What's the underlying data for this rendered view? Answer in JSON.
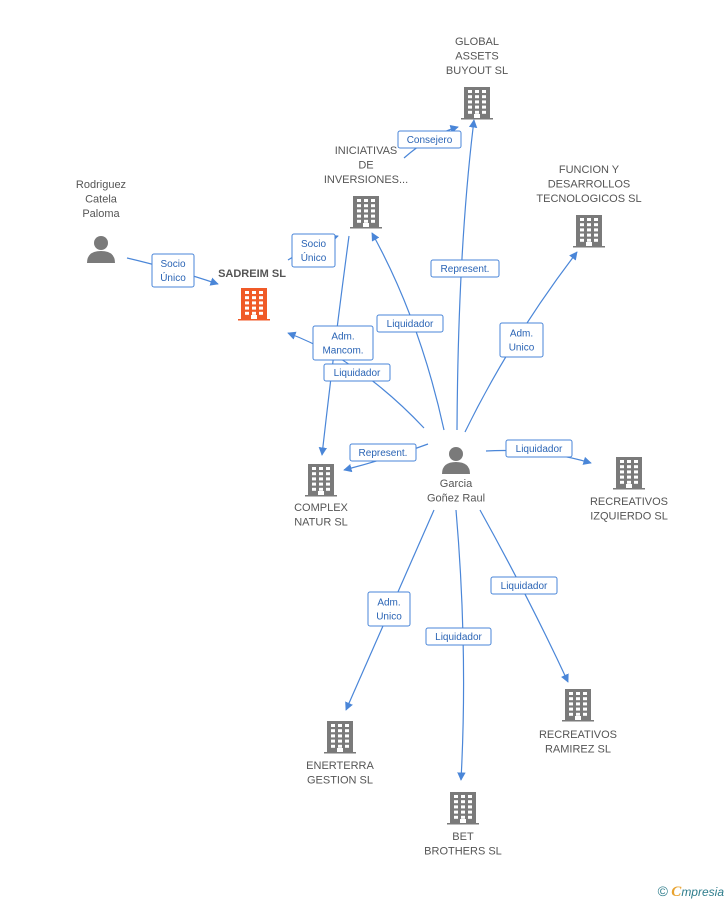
{
  "colors": {
    "edge": "#4a86d8",
    "node": "#7a7a7a",
    "focus": "#f05a28"
  },
  "nodes": [
    {
      "id": "global",
      "kind": "company",
      "lines": [
        "GLOBAL",
        "ASSETS",
        "BUYOUT  SL"
      ]
    },
    {
      "id": "iniciativas",
      "kind": "company",
      "lines": [
        "INICIATIVAS",
        "DE",
        "INVERSIONES..."
      ]
    },
    {
      "id": "funcion",
      "kind": "company",
      "lines": [
        "FUNCION Y",
        "DESARROLLOS",
        "TECNOLOGICOS SL"
      ]
    },
    {
      "id": "rodriguez",
      "kind": "person",
      "lines": [
        "Rodriguez",
        "Catela",
        "Paloma"
      ]
    },
    {
      "id": "sadreim",
      "kind": "company-focus",
      "lines": [
        "SADREIM SL"
      ]
    },
    {
      "id": "complex",
      "kind": "company",
      "lines": [
        "COMPLEX",
        "NATUR SL"
      ]
    },
    {
      "id": "garcia",
      "kind": "person",
      "lines": [
        "Garcia",
        "Goñez Raul"
      ]
    },
    {
      "id": "recizq",
      "kind": "company",
      "lines": [
        "RECREATIVOS",
        "IZQUIERDO SL"
      ]
    },
    {
      "id": "enerterra",
      "kind": "company",
      "lines": [
        "ENERTERRA",
        "GESTION  SL"
      ]
    },
    {
      "id": "bet",
      "kind": "company",
      "lines": [
        "BET",
        "BROTHERS SL"
      ]
    },
    {
      "id": "recram",
      "kind": "company",
      "lines": [
        "RECREATIVOS",
        "RAMIREZ SL"
      ]
    }
  ],
  "edges": [
    {
      "id": "e1",
      "from": "rodriguez",
      "to": "sadreim",
      "label": [
        "Socio",
        "Único"
      ]
    },
    {
      "id": "e2",
      "from": "sadreim",
      "to": "iniciativas",
      "label": [
        "Socio",
        "Único"
      ]
    },
    {
      "id": "e3",
      "from": "iniciativas",
      "to": "global",
      "label": [
        "Consejero"
      ]
    },
    {
      "id": "e4",
      "from": "garcia",
      "to": "global",
      "label": [
        "Represent."
      ]
    },
    {
      "id": "e5",
      "from": "garcia",
      "to": "iniciativas",
      "label": [
        "Liquidador"
      ]
    },
    {
      "id": "e6",
      "from": "garcia",
      "to": "funcion",
      "label": [
        "Adm.",
        "Unico"
      ]
    },
    {
      "id": "e7",
      "from": "iniciativas",
      "to": "complex",
      "label": [
        "Adm.",
        "Mancom."
      ]
    },
    {
      "id": "e8",
      "from": "garcia",
      "to": "sadreim",
      "label": [
        "Liquidador"
      ]
    },
    {
      "id": "e9",
      "from": "garcia",
      "to": "complex",
      "label": [
        "Represent."
      ]
    },
    {
      "id": "e10",
      "from": "garcia",
      "to": "recizq",
      "label": [
        "Liquidador"
      ]
    },
    {
      "id": "e11",
      "from": "garcia",
      "to": "enerterra",
      "label": [
        "Adm.",
        "Unico"
      ]
    },
    {
      "id": "e12",
      "from": "garcia",
      "to": "bet",
      "label": [
        "Liquidador"
      ]
    },
    {
      "id": "e13",
      "from": "garcia",
      "to": "recram",
      "label": [
        "Liquidador"
      ]
    }
  ],
  "footer": {
    "copyright": "©",
    "brand_initial": "C",
    "brand_rest": "mpresia"
  }
}
